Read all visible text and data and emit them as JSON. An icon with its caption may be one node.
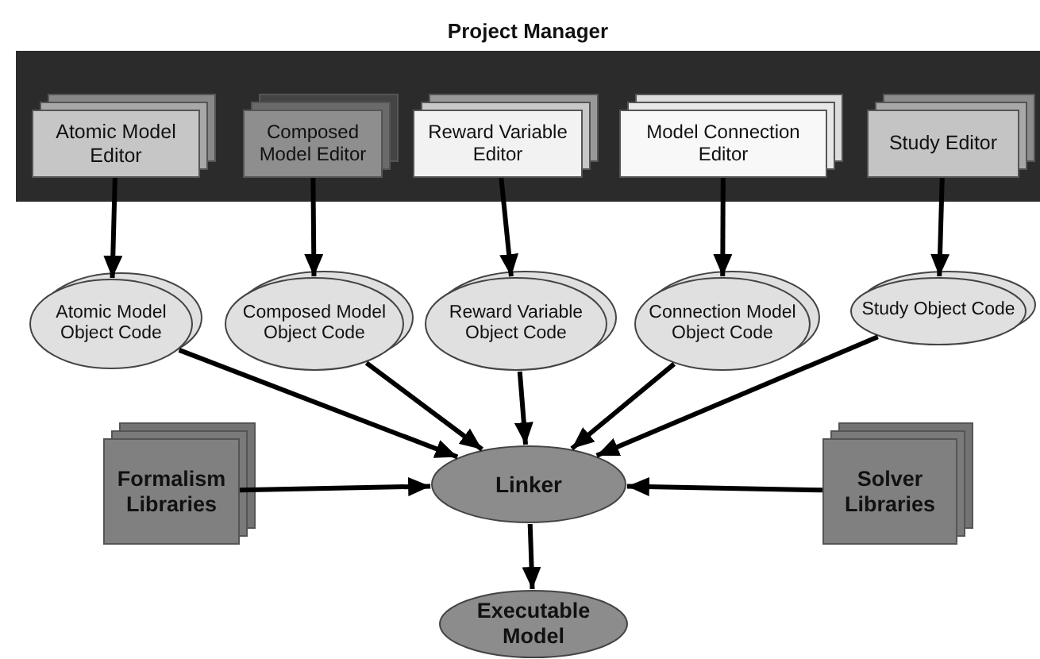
{
  "diagram": {
    "nodes": [
      {
        "text": [
          "Project Manager"
        ]
      },
      {
        "text": [
          "Atomic Model Editor"
        ],
        "in": 0
      },
      {
        "text": [
          "Composed Model Editor"
        ],
        "in": 0
      },
      {
        "text": [
          "Reward Variable Editor"
        ],
        "in": 0
      },
      {
        "text": [
          "Model Connection Editor"
        ],
        "in": 0
      },
      {
        "text": [
          "Study Editor"
        ],
        "in": 0
      },
      {
        "text": [
          "Atomic Model Object Code"
        ]
      },
      {
        "text": [
          "Composed Model Object Code"
        ]
      },
      {
        "text": [
          "Reward Variable Object Code"
        ]
      },
      {
        "text": [
          "Connection Model Object Code"
        ]
      },
      {
        "text": [
          "Study Object Code"
        ]
      },
      {
        "text": [
          "Formalism Libraries"
        ]
      },
      {
        "text": [
          "Linker"
        ]
      },
      {
        "text": [
          "Solver Libraries"
        ]
      },
      {
        "text": [
          "Executable Model"
        ]
      }
    ],
    "edges": [
      {
        "from": 1,
        "to": 6,
        "arrow": "to"
      },
      {
        "from": 2,
        "to": 7,
        "arrow": "to"
      },
      {
        "from": 3,
        "to": 8,
        "arrow": "to"
      },
      {
        "from": 4,
        "to": 9,
        "arrow": "to"
      },
      {
        "from": 5,
        "to": 10,
        "arrow": "to"
      },
      {
        "from": 6,
        "to": 12,
        "arrow": "to"
      },
      {
        "from": 7,
        "to": 12,
        "arrow": "to"
      },
      {
        "from": 8,
        "to": 12,
        "arrow": "to"
      },
      {
        "from": 9,
        "to": 12,
        "arrow": "to"
      },
      {
        "from": 10,
        "to": 12,
        "arrow": "to"
      },
      {
        "from": 11,
        "to": 12,
        "arrow": "to"
      },
      {
        "from": 13,
        "to": 12,
        "arrow": "to"
      },
      {
        "from": 12,
        "to": 14,
        "arrow": "to"
      }
    ]
  }
}
